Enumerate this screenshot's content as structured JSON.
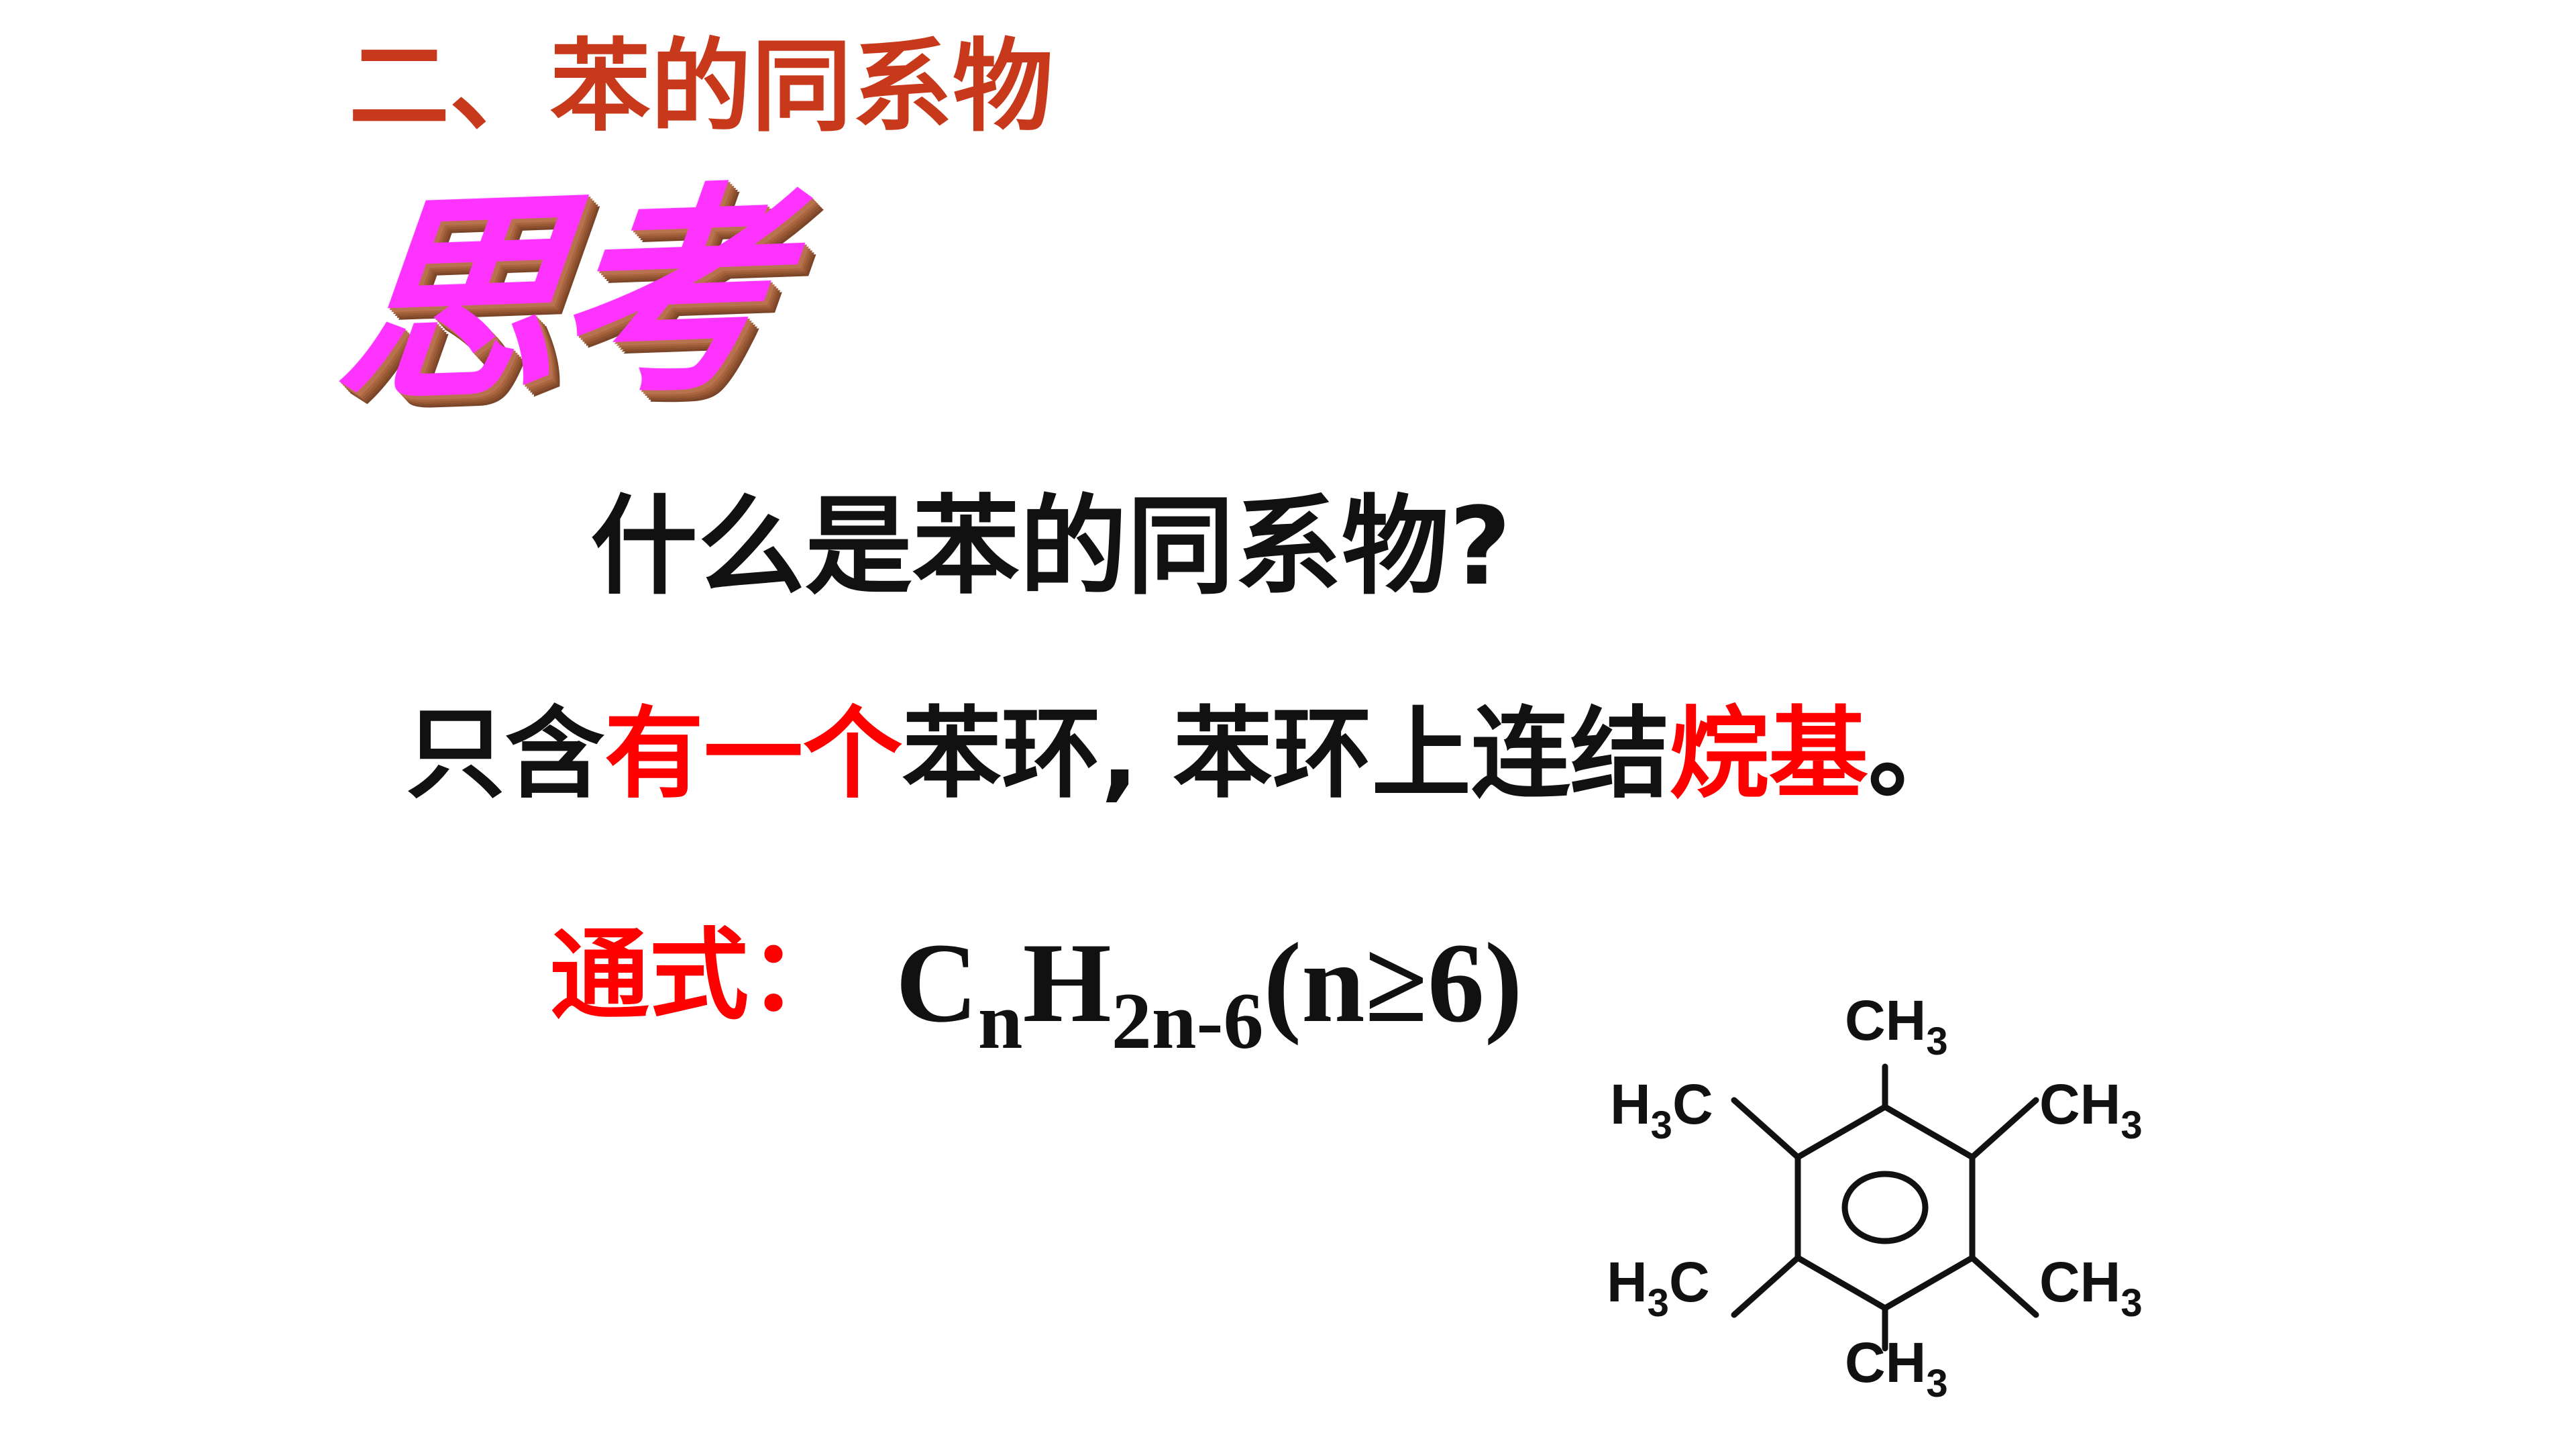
{
  "slide": {
    "section_title": "二、苯的同系物",
    "think_wordart": "思考",
    "question": "什么是苯的同系物?",
    "definition": {
      "part1": "只含",
      "part2_red": "有一个",
      "part3": "苯环, 苯环上连结",
      "part4_red": "烷基",
      "part5": "。"
    },
    "formula_label": "通式：",
    "formula": {
      "c": "C",
      "c_sub": "n",
      "h": "H",
      "h_sub": "2n-6",
      "cond": "(n≥6)"
    },
    "structure": {
      "groups": {
        "top": "CH",
        "top_right": "CH",
        "bottom_right": "CH",
        "bottom": "CH",
        "bottom_left_h": "H",
        "bottom_left_c": "C",
        "top_left_h": "H",
        "top_left_c": "C",
        "subscript": "3"
      }
    },
    "colors": {
      "title": "#c8391b",
      "wordart_face": "#ff33ff",
      "wordart_side": "#b9724f",
      "emphasis": "#ff0000",
      "text": "#111111"
    }
  }
}
